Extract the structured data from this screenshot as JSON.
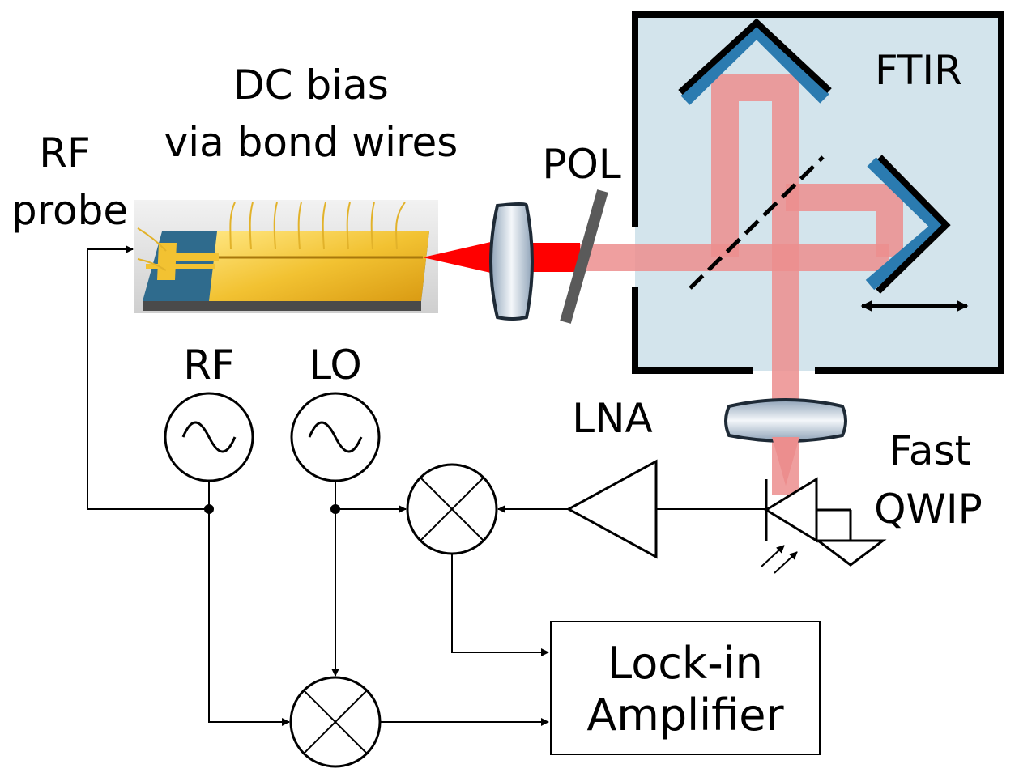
{
  "labels": {
    "dc_bias_line1": "DC bias",
    "dc_bias_line2": "via bond wires",
    "rf_probe_line1": "RF",
    "rf_probe_line2": "probe",
    "pol": "POL",
    "ftir": "FTIR",
    "rf_source": "RF",
    "lo_source": "LO",
    "lna": "LNA",
    "qwip_line1": "Fast",
    "qwip_line2": "QWIP",
    "lockin_line1": "Lock-in",
    "lockin_line2": "Amplifier"
  },
  "colors": {
    "ftir_fill": "#d3e4ec",
    "beam_pink": "#ec8e8e",
    "beam_red": "#ff0000",
    "mirror_blue": "#2b7bb0",
    "chip_gold": "#f2c232",
    "chip_substrate": "#2f6b8d",
    "polarizer": "#5a5a5a"
  }
}
